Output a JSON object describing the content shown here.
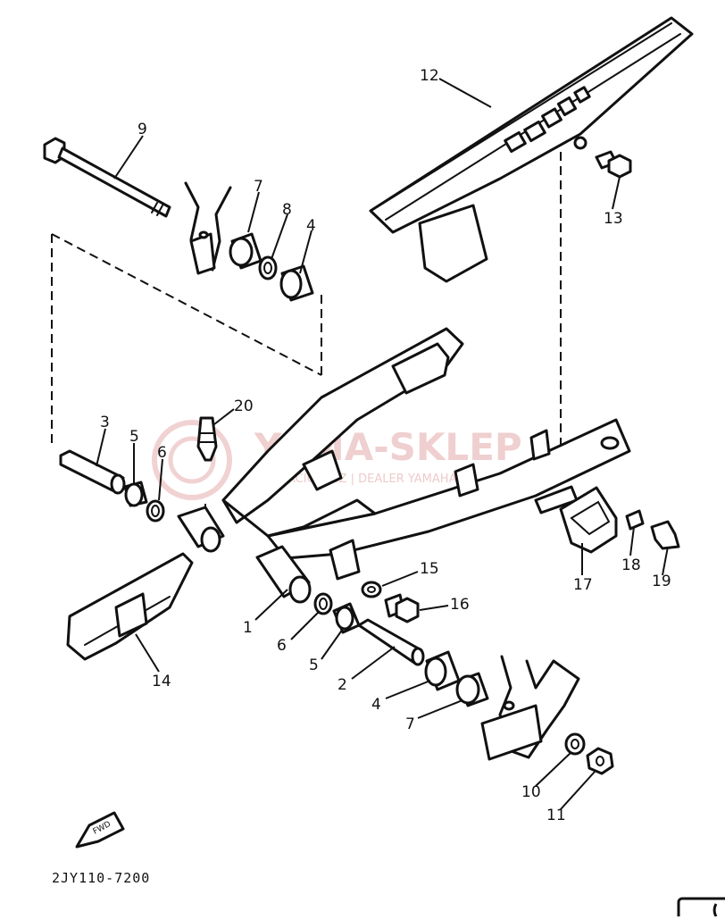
{
  "diagram": {
    "drawing_code": "2JY110-7200",
    "fwd_label": "FWD",
    "watermark": {
      "brand": "YAMA-SKLEP",
      "line": "ACIOWICZ | DEALER YAMAHA"
    },
    "callouts": [
      {
        "id": "c9",
        "text": "9"
      },
      {
        "id": "c7a",
        "text": "7"
      },
      {
        "id": "c8",
        "text": "8"
      },
      {
        "id": "c4a",
        "text": "4"
      },
      {
        "id": "c12",
        "text": "12"
      },
      {
        "id": "c13",
        "text": "13"
      },
      {
        "id": "c20",
        "text": "20"
      },
      {
        "id": "c3",
        "text": "3"
      },
      {
        "id": "c5a",
        "text": "5"
      },
      {
        "id": "c6a",
        "text": "6"
      },
      {
        "id": "c15",
        "text": "15"
      },
      {
        "id": "c16",
        "text": "16"
      },
      {
        "id": "c1",
        "text": "1"
      },
      {
        "id": "c6b",
        "text": "6"
      },
      {
        "id": "c5b",
        "text": "5"
      },
      {
        "id": "c2",
        "text": "2"
      },
      {
        "id": "c4b",
        "text": "4"
      },
      {
        "id": "c7b",
        "text": "7"
      },
      {
        "id": "c14",
        "text": "14"
      },
      {
        "id": "c17",
        "text": "17"
      },
      {
        "id": "c18",
        "text": "18"
      },
      {
        "id": "c19",
        "text": "19"
      },
      {
        "id": "c10",
        "text": "10"
      },
      {
        "id": "c11",
        "text": "11"
      }
    ]
  }
}
